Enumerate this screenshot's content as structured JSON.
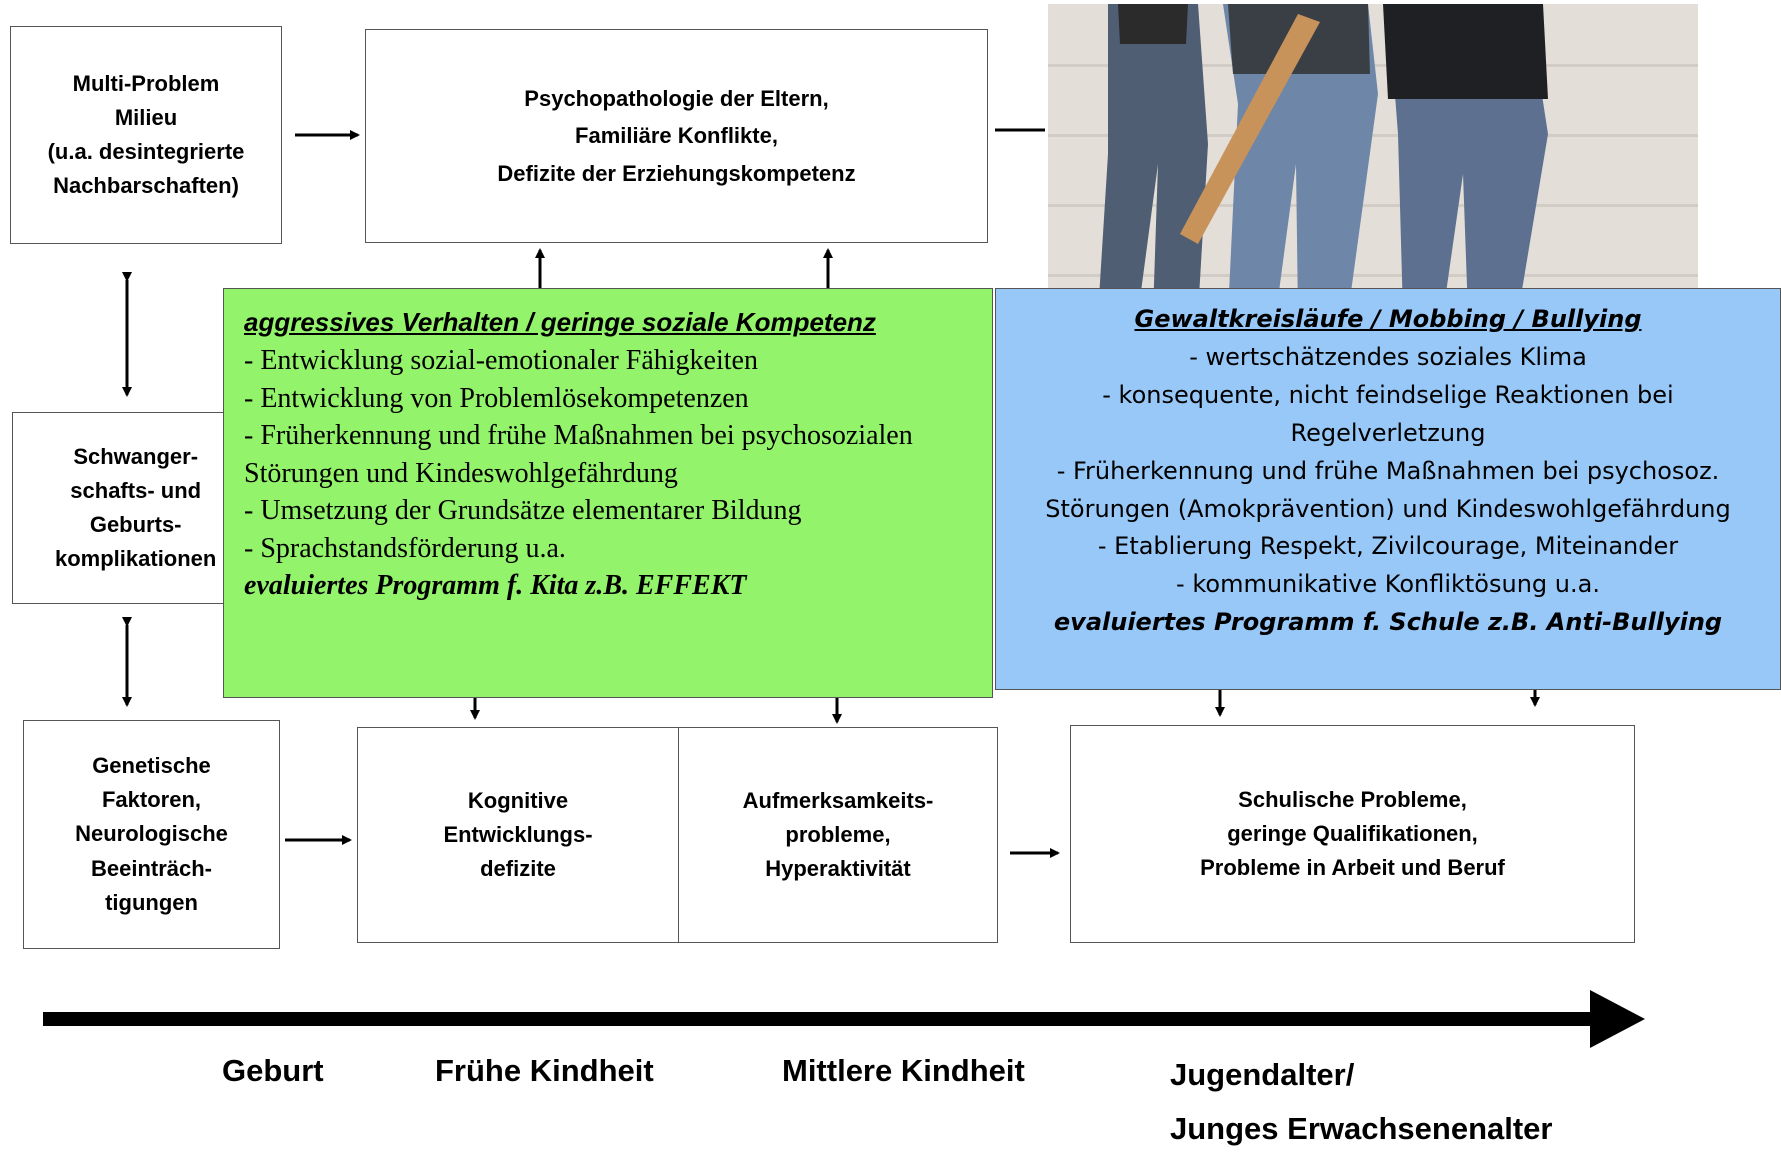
{
  "boxes": {
    "milieu": "Multi-Problem\nMilieu\n(u.a. desintegrierte\nNachbarschaften)",
    "psychopathologie": "Psychopathologie der Eltern,\nFamiliäre Konflikte,\nDefizite der Erziehungskompetenz",
    "schwangerschaft": "Schwanger-\nschafts- und\nGeburts-\nkomplikationen",
    "genetisch": "Genetische\nFaktoren,\nNeurologische\nBeeinträch-\ntigungen",
    "kognitiv": "Kognitive\nEntwicklungs-\ndefizite",
    "aufmerksamkeit": "Aufmerksamkeits-\nprobleme,\nHyperaktivität",
    "schulisch": "Schulische Probleme,\ngeringe Qualifikationen,\nProbleme in Arbeit und Beruf"
  },
  "green_panel": {
    "heading": "aggressives Verhalten / geringe soziale Kompetenz",
    "items": [
      "- Entwicklung sozial-emotionaler Fähigkeiten",
      "- Entwicklung von Problemlösekompetenzen",
      "- Früherkennung und frühe Maßnahmen  bei psychosozialen Störungen und Kindeswohlgefährdung",
      "- Umsetzung der Grundsätze elementarer Bildung",
      "- Sprachstandsförderung u.a."
    ],
    "footer": "evaluiertes Programm f. Kita z.B. EFFEKT"
  },
  "blue_panel": {
    "heading": "Gewaltkreisläufe / Mobbing / Bullying",
    "items": [
      "- wertschätzendes soziales Klima",
      "- konsequente, nicht feindselige Reaktionen bei Regelverletzung",
      "- Früherkennung und frühe Maßnahmen bei psychosoz. Störungen (Amokprävention) und Kindeswohlgefährdung",
      "- Etablierung Respekt, Zivilcourage, Miteinander",
      "- kommunikative Konfliktösung u.a."
    ],
    "footer": "evaluiertes Programm f. Schule z.B. Anti-Bullying"
  },
  "timeline": {
    "geburt": "Geburt",
    "fruehe": "Frühe Kindheit",
    "mittlere": "Mittlere Kindheit",
    "jugend": "Jugendalter/\nJunges Erwachsenenalter"
  },
  "colors": {
    "green_panel": "#93f36a",
    "blue_panel": "#98c8f8",
    "border": "#555555"
  }
}
